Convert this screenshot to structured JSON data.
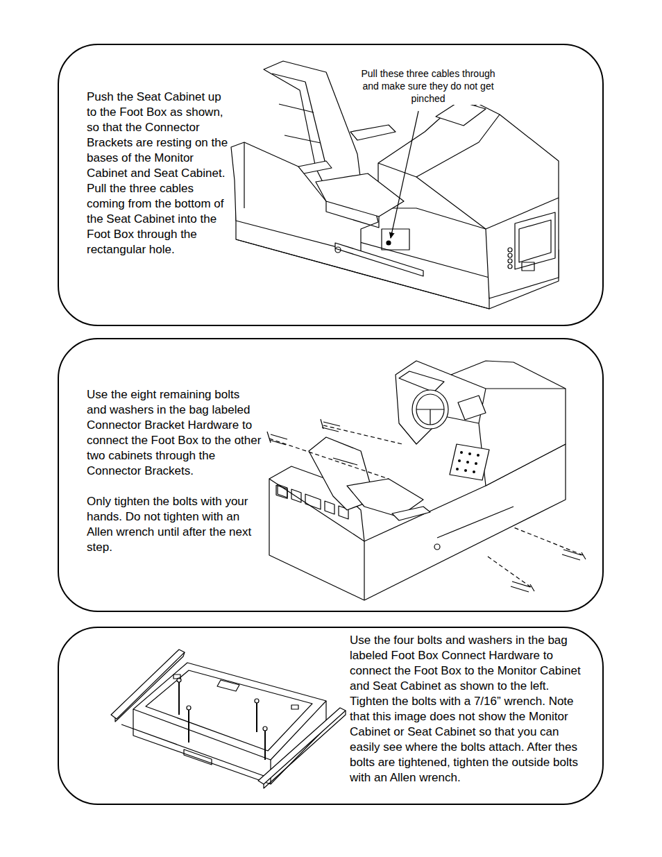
{
  "diagram": {
    "nodes": [
      {
        "text": [
          "Push the Seat Cabinet up to the Foot Box as shown, so that the Connector Brackets are resting on the bases of the Monitor Cabinet and Seat Cabinet. Pull the three cables coming from the bottom of the Seat Cabinet into the Foot Box through the rectangular hole."
        ]
      },
      {
        "text": [
          "Use the eight remaining bolts and washers in the bag labeled Connector Bracket Hardware to connect the Foot Box to the other two cabinets through the Connector Brackets.",
          "Only tighten the bolts with your hands. Do not tighten with an Allen wrench until after the next step."
        ]
      },
      {
        "text": [
          "Use the four bolts and washers in the bag labeled Foot Box Connect Hardware to connect the Foot Box to the Monitor Cabinet and Seat Cabinet as shown to the left. Tighten the bolts with a 7/16” wrench. Note that this image does not show the Monitor Cabinet or Seat Cabinet so that you can easily see where the bolts attach. After thes bolts are tightened, tighten the outside bolts with an Allen wrench."
        ]
      }
    ],
    "labels": [
      "Pull these three cables through and make sure they do not get pinched"
    ]
  }
}
